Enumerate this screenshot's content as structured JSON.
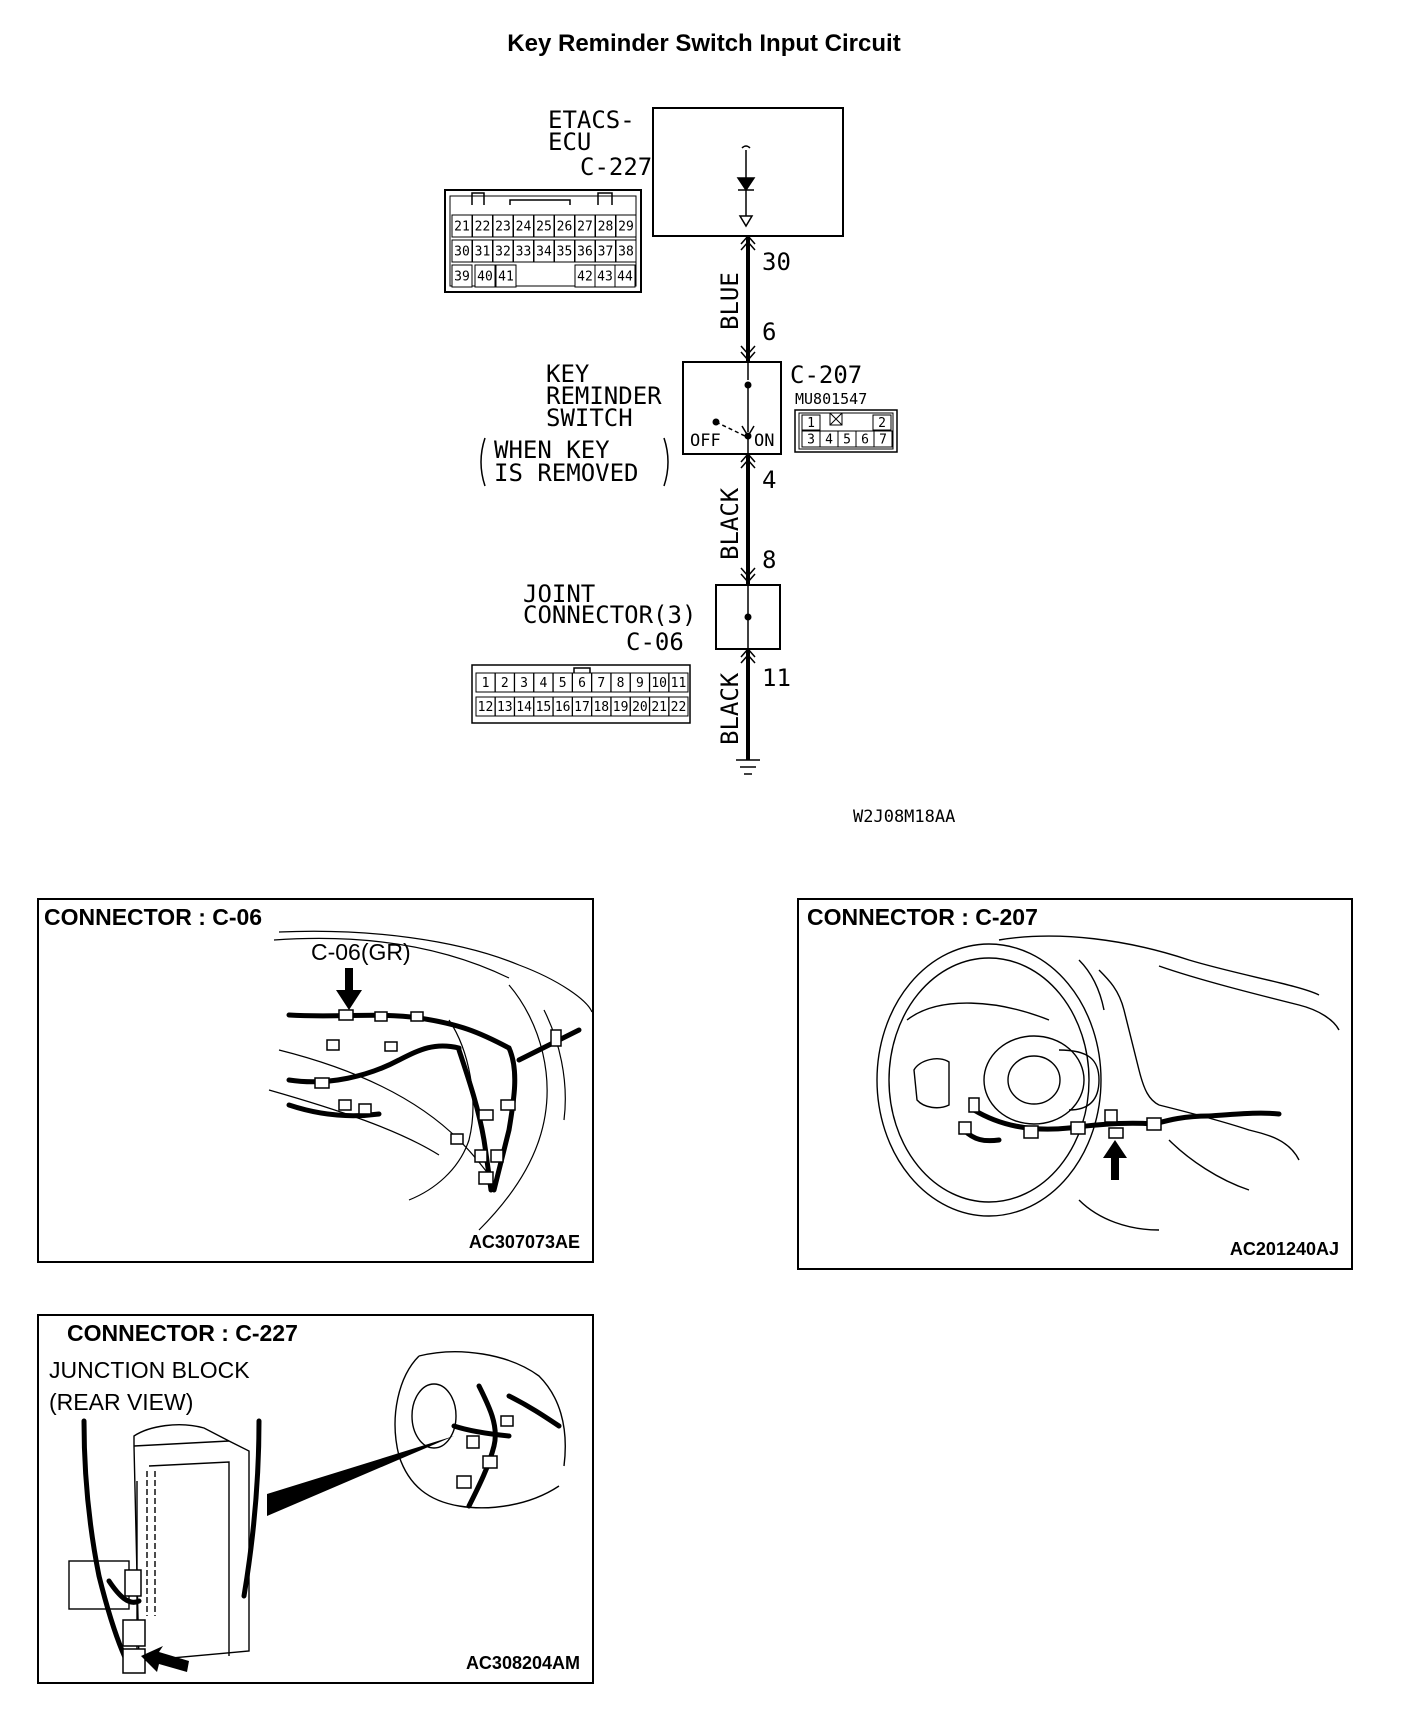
{
  "title": "Key Reminder Switch Input Circuit",
  "diagram": {
    "etacs": {
      "name_line1": "ETACS-",
      "name_line2": "ECU",
      "connector": "C-227",
      "pins_row1": [
        "21",
        "22",
        "23",
        "24",
        "25",
        "26",
        "27",
        "28",
        "29"
      ],
      "pins_row2": [
        "30",
        "31",
        "32",
        "33",
        "34",
        "35",
        "36",
        "37",
        "38"
      ],
      "pins_row3": [
        "39",
        "40",
        "41",
        "42",
        "43",
        "44"
      ]
    },
    "wire1": {
      "color": "BLUE",
      "pin_top": "30",
      "pin_bottom": "6"
    },
    "switch": {
      "line1": "KEY",
      "line2": "REMINDER",
      "line3": "SWITCH",
      "cond1": "WHEN KEY",
      "cond2": "IS REMOVED",
      "off": "OFF",
      "on": "ON",
      "connector": "C-207",
      "part": "MU801547",
      "pins_row1": [
        "1",
        "2"
      ],
      "pins_row2": [
        "3",
        "4",
        "5",
        "6",
        "7"
      ]
    },
    "wire2": {
      "color": "BLACK",
      "pin_top": "4",
      "pin_bottom": "8"
    },
    "joint": {
      "line1": "JOINT",
      "line2": "CONNECTOR(3)",
      "connector": "C-06",
      "pins_row1": [
        "1",
        "2",
        "3",
        "4",
        "5",
        "6",
        "7",
        "8",
        "9",
        "10",
        "11"
      ],
      "pins_row2": [
        "12",
        "13",
        "14",
        "15",
        "16",
        "17",
        "18",
        "19",
        "20",
        "21",
        "22"
      ]
    },
    "wire3": {
      "color": "BLACK",
      "pin_top": "11"
    },
    "code": "W2J08M18AA"
  },
  "panels": {
    "c06": {
      "title": "CONNECTOR : C-06",
      "callout": "C-06(GR)",
      "code": "AC307073AE"
    },
    "c207": {
      "title": "CONNECTOR : C-207",
      "code": "AC201240AJ"
    },
    "c227": {
      "title": "CONNECTOR : C-227",
      "sub1": "JUNCTION BLOCK",
      "sub2": "(REAR VIEW)",
      "code": "AC308204AM"
    }
  }
}
